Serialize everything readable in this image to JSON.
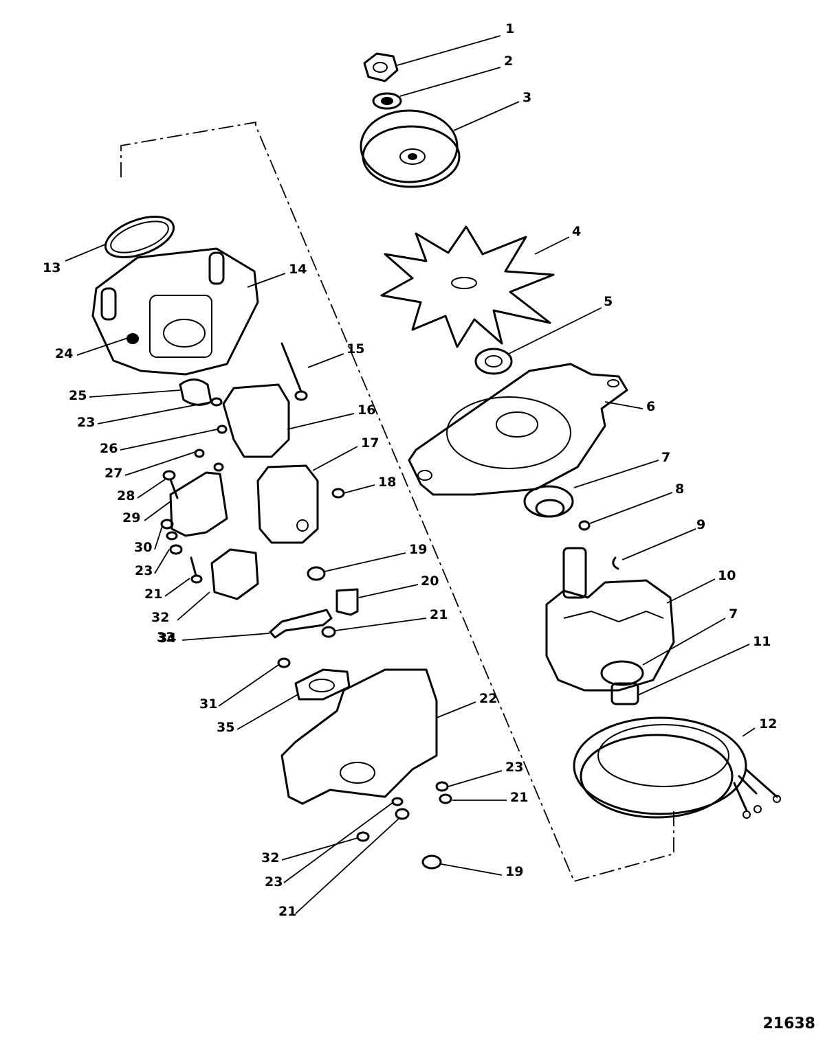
{
  "figure_number": "21638",
  "callouts": [
    {
      "id": "c1",
      "text": "1"
    },
    {
      "id": "c2",
      "text": "2"
    },
    {
      "id": "c3",
      "text": "3"
    },
    {
      "id": "c4",
      "text": "4"
    },
    {
      "id": "c5",
      "text": "5"
    },
    {
      "id": "c6",
      "text": "6"
    },
    {
      "id": "c7a",
      "text": "7"
    },
    {
      "id": "c8",
      "text": "8"
    },
    {
      "id": "c9",
      "text": "9"
    },
    {
      "id": "c10",
      "text": "10"
    },
    {
      "id": "c7b",
      "text": "7"
    },
    {
      "id": "c11",
      "text": "11"
    },
    {
      "id": "c12",
      "text": "12"
    },
    {
      "id": "c13",
      "text": "13"
    },
    {
      "id": "c14",
      "text": "14"
    },
    {
      "id": "c15",
      "text": "15"
    },
    {
      "id": "c16",
      "text": "16"
    },
    {
      "id": "c17",
      "text": "17"
    },
    {
      "id": "c18",
      "text": "18"
    },
    {
      "id": "c19a",
      "text": "19"
    },
    {
      "id": "c20",
      "text": "20"
    },
    {
      "id": "c21a",
      "text": "21"
    },
    {
      "id": "c22",
      "text": "22"
    },
    {
      "id": "c23a",
      "text": "23"
    },
    {
      "id": "c21b",
      "text": "21"
    },
    {
      "id": "c19b",
      "text": "19"
    },
    {
      "id": "c24",
      "text": "24"
    },
    {
      "id": "c25",
      "text": "25"
    },
    {
      "id": "c23b",
      "text": "23"
    },
    {
      "id": "c26",
      "text": "26"
    },
    {
      "id": "c27",
      "text": "27"
    },
    {
      "id": "c28",
      "text": "28"
    },
    {
      "id": "c29",
      "text": "29"
    },
    {
      "id": "c30",
      "text": "30"
    },
    {
      "id": "c23c",
      "text": "23"
    },
    {
      "id": "c21c",
      "text": "21"
    },
    {
      "id": "c32a",
      "text": "32"
    },
    {
      "id": "c33",
      "text": "33"
    },
    {
      "id": "c34",
      "text": "34"
    },
    {
      "id": "c31",
      "text": "31"
    },
    {
      "id": "c35",
      "text": "35"
    },
    {
      "id": "c32b",
      "text": "32"
    },
    {
      "id": "c23d",
      "text": "23"
    },
    {
      "id": "c21d",
      "text": "21"
    }
  ]
}
